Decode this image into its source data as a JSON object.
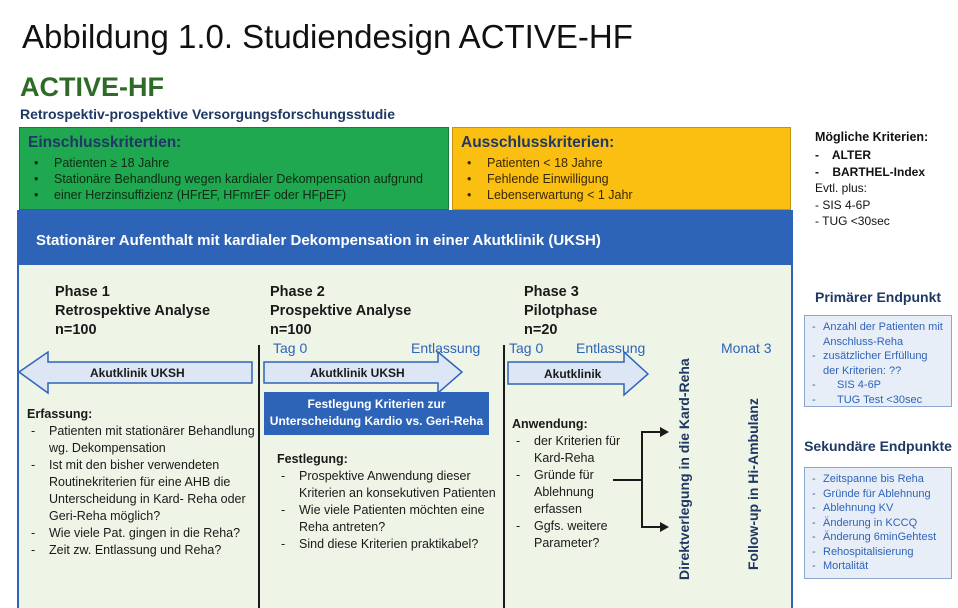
{
  "heading": "Abbildung 1.0. Studiendesign ACTIVE-HF",
  "brand": "ACTIVE-HF",
  "subtitle": "Retrospektiv-prospektive Versorgungsforschungsstudie",
  "inclusion": {
    "title": "Einschlusskritertien:",
    "items": [
      "Patienten ≥ 18 Jahre",
      "Stationäre Behandlung wegen kardialer Dekompensation aufgrund",
      "einer Herzinsuffizienz (HFrEF, HFmrEF oder HFpEF)"
    ]
  },
  "exclusion": {
    "title": "Ausschlusskriterien:",
    "items": [
      "Patienten < 18 Jahre",
      "Fehlende Einwilligung",
      "Lebenserwartung < 1 Jahr"
    ]
  },
  "possible_criteria": {
    "title": "Mögliche Kriterien:",
    "lines": [
      "-    ALTER",
      "-    BARTHEL-Index",
      "Evtl. plus:",
      "- SIS 4-6P",
      "- TUG <30sec"
    ]
  },
  "stay_banner": "Stationärer Aufenthalt mit kardialer Dekompensation in einer Akutklinik (UKSH)",
  "phase1": {
    "label": "Phase 1",
    "name": "Retrospektive Analyse",
    "n": "n=100",
    "arrow": "Akutklinik UKSH",
    "section": "Erfassung:",
    "items": [
      "Patienten mit stationärer Behandlung wg. Dekompensation",
      "Ist mit den bisher verwendeten Routinekriterien für eine AHB die Unterscheidung in Kard- Reha oder Geri-Reha möglich?",
      "Wie viele Pat. gingen in die Reha?",
      "Zeit zw. Entlassung und Reha?"
    ]
  },
  "phase2": {
    "label": "Phase 2",
    "name": "Prospektive Analyse",
    "n": "n=100",
    "day0": "Tag 0",
    "discharge": "Entlassung",
    "arrow": "Akutklinik UKSH",
    "box_line1": "Festlegung Kriterien zur",
    "box_line2": "Unterscheidung Kardio vs. Geri-Reha",
    "section": "Festlegung:",
    "items": [
      "Prospektive Anwendung dieser Kriterien an konsekutiven Patienten",
      "Wie viele Patienten möchten eine Reha antreten?",
      "Sind diese Kriterien praktikabel?"
    ]
  },
  "phase3": {
    "label": "Phase 3",
    "name": "Pilotphase",
    "n": "n=20",
    "day0": "Tag 0",
    "discharge": "Entlassung",
    "month": "Monat 3",
    "arrow": "Akutklinik",
    "section": "Anwendung:",
    "items": [
      "der Kriterien für Kard-Reha",
      "Gründe für Ablehnung erfassen",
      "Ggfs. weitere Parameter?"
    ]
  },
  "vertical_direct": "Direktverlegung in die Kard-Reha",
  "vertical_followup": "Follow-up in Hi-Ambulanz",
  "primary": {
    "title": "Primärer Endpunkt",
    "items": [
      "Anzahl der Patienten mit Anschluss-Reha",
      "zusätzlicher Erfüllung der Kriterien: ??"
    ],
    "sub": [
      "SIS 4-6P",
      "TUG Test <30sec"
    ]
  },
  "secondary": {
    "title": "Sekundäre Endpunkte",
    "items": [
      "Zeitspanne bis Reha",
      "Gründe für Ablehnung",
      "Ablehnung KV",
      "Änderung in KCCQ",
      "Änderung 6minGehtest",
      "Rehospitalisierung",
      "Mortalität"
    ]
  },
  "colors": {
    "inclusion_green": "#1fa84f",
    "exclusion_yellow": "#fbbf12",
    "accent_blue": "#2e64b8",
    "brand_green": "#2e6b26",
    "panel_bg": "#eef4e6"
  }
}
